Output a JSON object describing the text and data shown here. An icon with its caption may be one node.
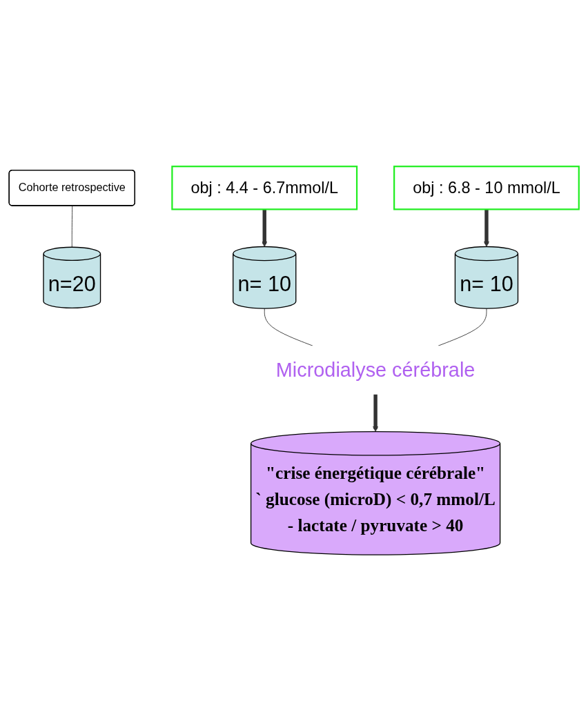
{
  "diagram": {
    "nodes": [
      {
        "text": [
          "Cohorte retrospective"
        ]
      },
      {
        "text": [
          "n=20"
        ]
      },
      {
        "text": [
          "obj : 4.4 - 6.7mmol/L"
        ]
      },
      {
        "text": [
          "obj : 6.8 - 10 mmol/L"
        ]
      },
      {
        "text": [
          "n= 10"
        ]
      },
      {
        "text": [
          "n= 10"
        ]
      },
      {
        "text": [
          "Microdialyse cérébrale"
        ]
      },
      {
        "text": [
          "\"crise énergétique cérébrale\"",
          "` glucose (microD) < 0,7 mmol/L",
          "- lactate / pyruvate > 40"
        ]
      }
    ],
    "edges": [
      {
        "from": 0,
        "to": 1,
        "arrow": "none"
      },
      {
        "from": 2,
        "to": 4,
        "arrow": "to",
        "style": "thick"
      },
      {
        "from": 3,
        "to": 5,
        "arrow": "to",
        "style": "thick"
      },
      {
        "from": 4,
        "to": 6,
        "arrow": "none"
      },
      {
        "from": 5,
        "to": 6,
        "arrow": "none"
      },
      {
        "from": 6,
        "to": 7,
        "arrow": "to",
        "style": "thick"
      }
    ]
  }
}
